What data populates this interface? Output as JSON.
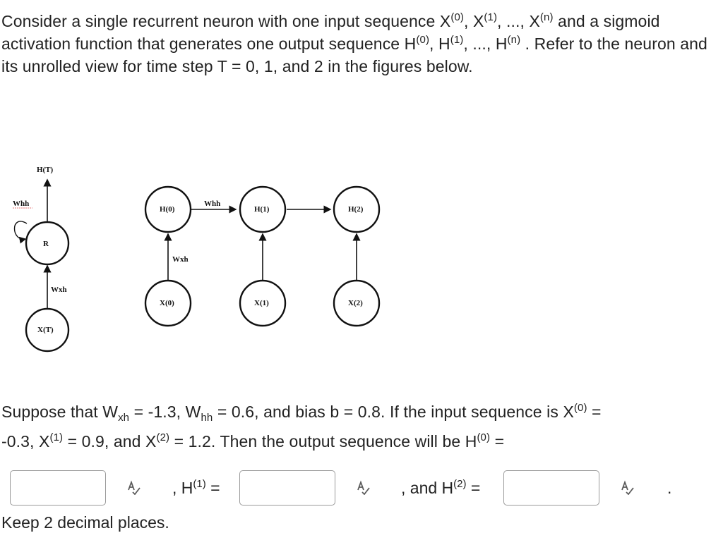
{
  "question": {
    "intro": {
      "p1": "Consider a single recurrent neuron with one input sequence X",
      "x0": "(0)",
      "comma1": ", X",
      "x1": "(1)",
      "dots1": ", ..., X",
      "xn": "(n)",
      "p2": " and a sigmoid activation function that generates one output sequence H",
      "h0": "(0)",
      "comma2": ", H",
      "h1": "(1)",
      "dots2": ", ..., H",
      "hn": "(n)",
      "p3": " . Refer to the neuron and its unrolled view for time step T = 0, 1, and 2 in the figures below."
    },
    "line1": {
      "a": "Suppose that W",
      "sub_xh": "xh",
      "b": " = -1.3, W",
      "sub_hh": "hh",
      "c": " = 0.6, and bias b = 0.8. If the input sequence is X",
      "sup0": "(0)",
      "d": " ="
    },
    "line2": {
      "a": "-0.3, X",
      "sup1": "(1)",
      "b": " = 0.9, and X",
      "sup2": "(2)",
      "c": " = 1.2. Then the output sequence will be H",
      "sup3": "(0)",
      "d": " ="
    },
    "answers": {
      "between_1": ", H",
      "between_1_sup": "(1)",
      "between_1_eq": " =",
      "between_2": ", and H",
      "between_2_sup": "(2)",
      "between_2_eq": " =",
      "end": "."
    },
    "footer": "Keep 2 decimal places."
  },
  "diagram": {
    "folded": {
      "output": "H(T)",
      "neuron": "R",
      "input": "X(T)",
      "w_recur": "Whh",
      "w_input": "Wxh"
    },
    "unrolled": {
      "hidden": [
        "H(0)",
        "H(1)",
        "H(2)"
      ],
      "inputs": [
        "X(0)",
        "X(1)",
        "X(2)"
      ],
      "w_hh": "Whh",
      "w_xh": "Wxh"
    }
  },
  "icons": {
    "spell_check": "spell-check-icon"
  },
  "colors": {
    "box_border": "#9a9a9a",
    "icon": "#5b5b5b",
    "label_highlight": "#e57373"
  }
}
